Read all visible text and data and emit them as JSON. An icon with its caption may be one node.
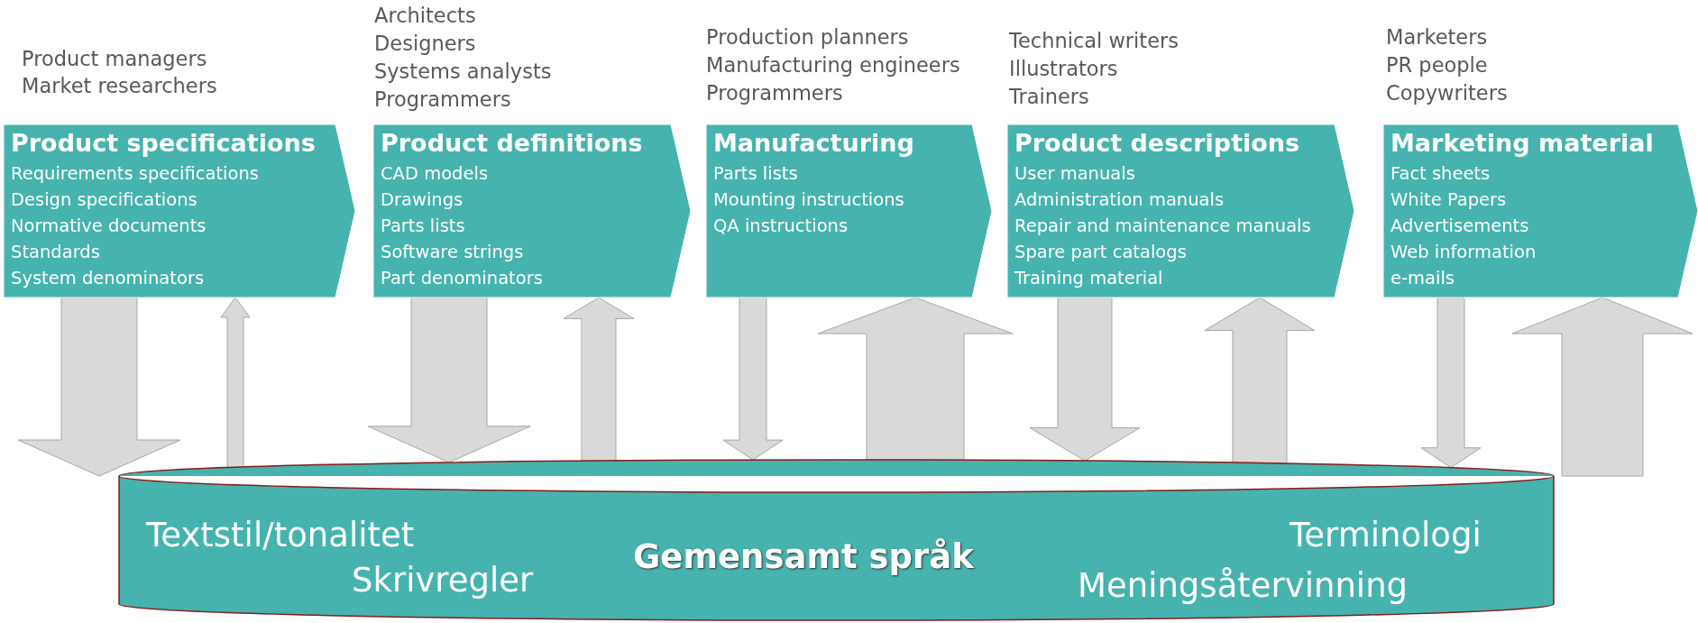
{
  "diagram": {
    "nodes": [
      {
        "text": [
          "Product specifications",
          "Requirements specifications",
          "Design specifications",
          "Normative documents",
          "Standards",
          "System denominators"
        ],
        "beside": [
          "Product managers",
          "Market researchers"
        ]
      },
      {
        "text": [
          "Product definitions",
          "CAD models",
          "Drawings",
          "Parts lists",
          "Software strings",
          "Part denominators"
        ],
        "beside": [
          "Architects",
          "Designers",
          "Systems analysts",
          "Programmers"
        ]
      },
      {
        "text": [
          "Manufacturing",
          "Parts lists",
          "Mounting instructions",
          "QA instructions"
        ],
        "beside": [
          "Production planners",
          "Manufacturing engineers",
          "Programmers"
        ]
      },
      {
        "text": [
          "Product descriptions",
          "User manuals",
          "Administration manuals",
          "Repair and maintenance manuals",
          "Spare part catalogs",
          "Training material"
        ],
        "beside": [
          "Technical writers",
          "Illustrators",
          "Trainers"
        ]
      },
      {
        "text": [
          "Marketing material",
          "Fact sheets",
          "White Papers",
          "Advertisements",
          "Web information",
          "e-mails"
        ],
        "beside": [
          "Marketers",
          "PR people",
          "Copywriters"
        ]
      },
      {
        "text": [
          "Textstil/tonalitet",
          "Terminologi",
          "Skrivregler",
          "Gemensamt språk",
          "Meningsåtervinning"
        ]
      }
    ],
    "edges": [
      {
        "from": 0,
        "to": 5,
        "arrow": "to"
      },
      {
        "from": 5,
        "to": 0,
        "arrow": "to"
      },
      {
        "from": 1,
        "to": 5,
        "arrow": "to"
      },
      {
        "from": 5,
        "to": 1,
        "arrow": "to"
      },
      {
        "from": 2,
        "to": 5,
        "arrow": "to"
      },
      {
        "from": 5,
        "to": 2,
        "arrow": "to"
      },
      {
        "from": 3,
        "to": 5,
        "arrow": "to"
      },
      {
        "from": 5,
        "to": 3,
        "arrow": "to"
      },
      {
        "from": 4,
        "to": 5,
        "arrow": "to"
      },
      {
        "from": 5,
        "to": 4,
        "arrow": "to"
      }
    ]
  }
}
